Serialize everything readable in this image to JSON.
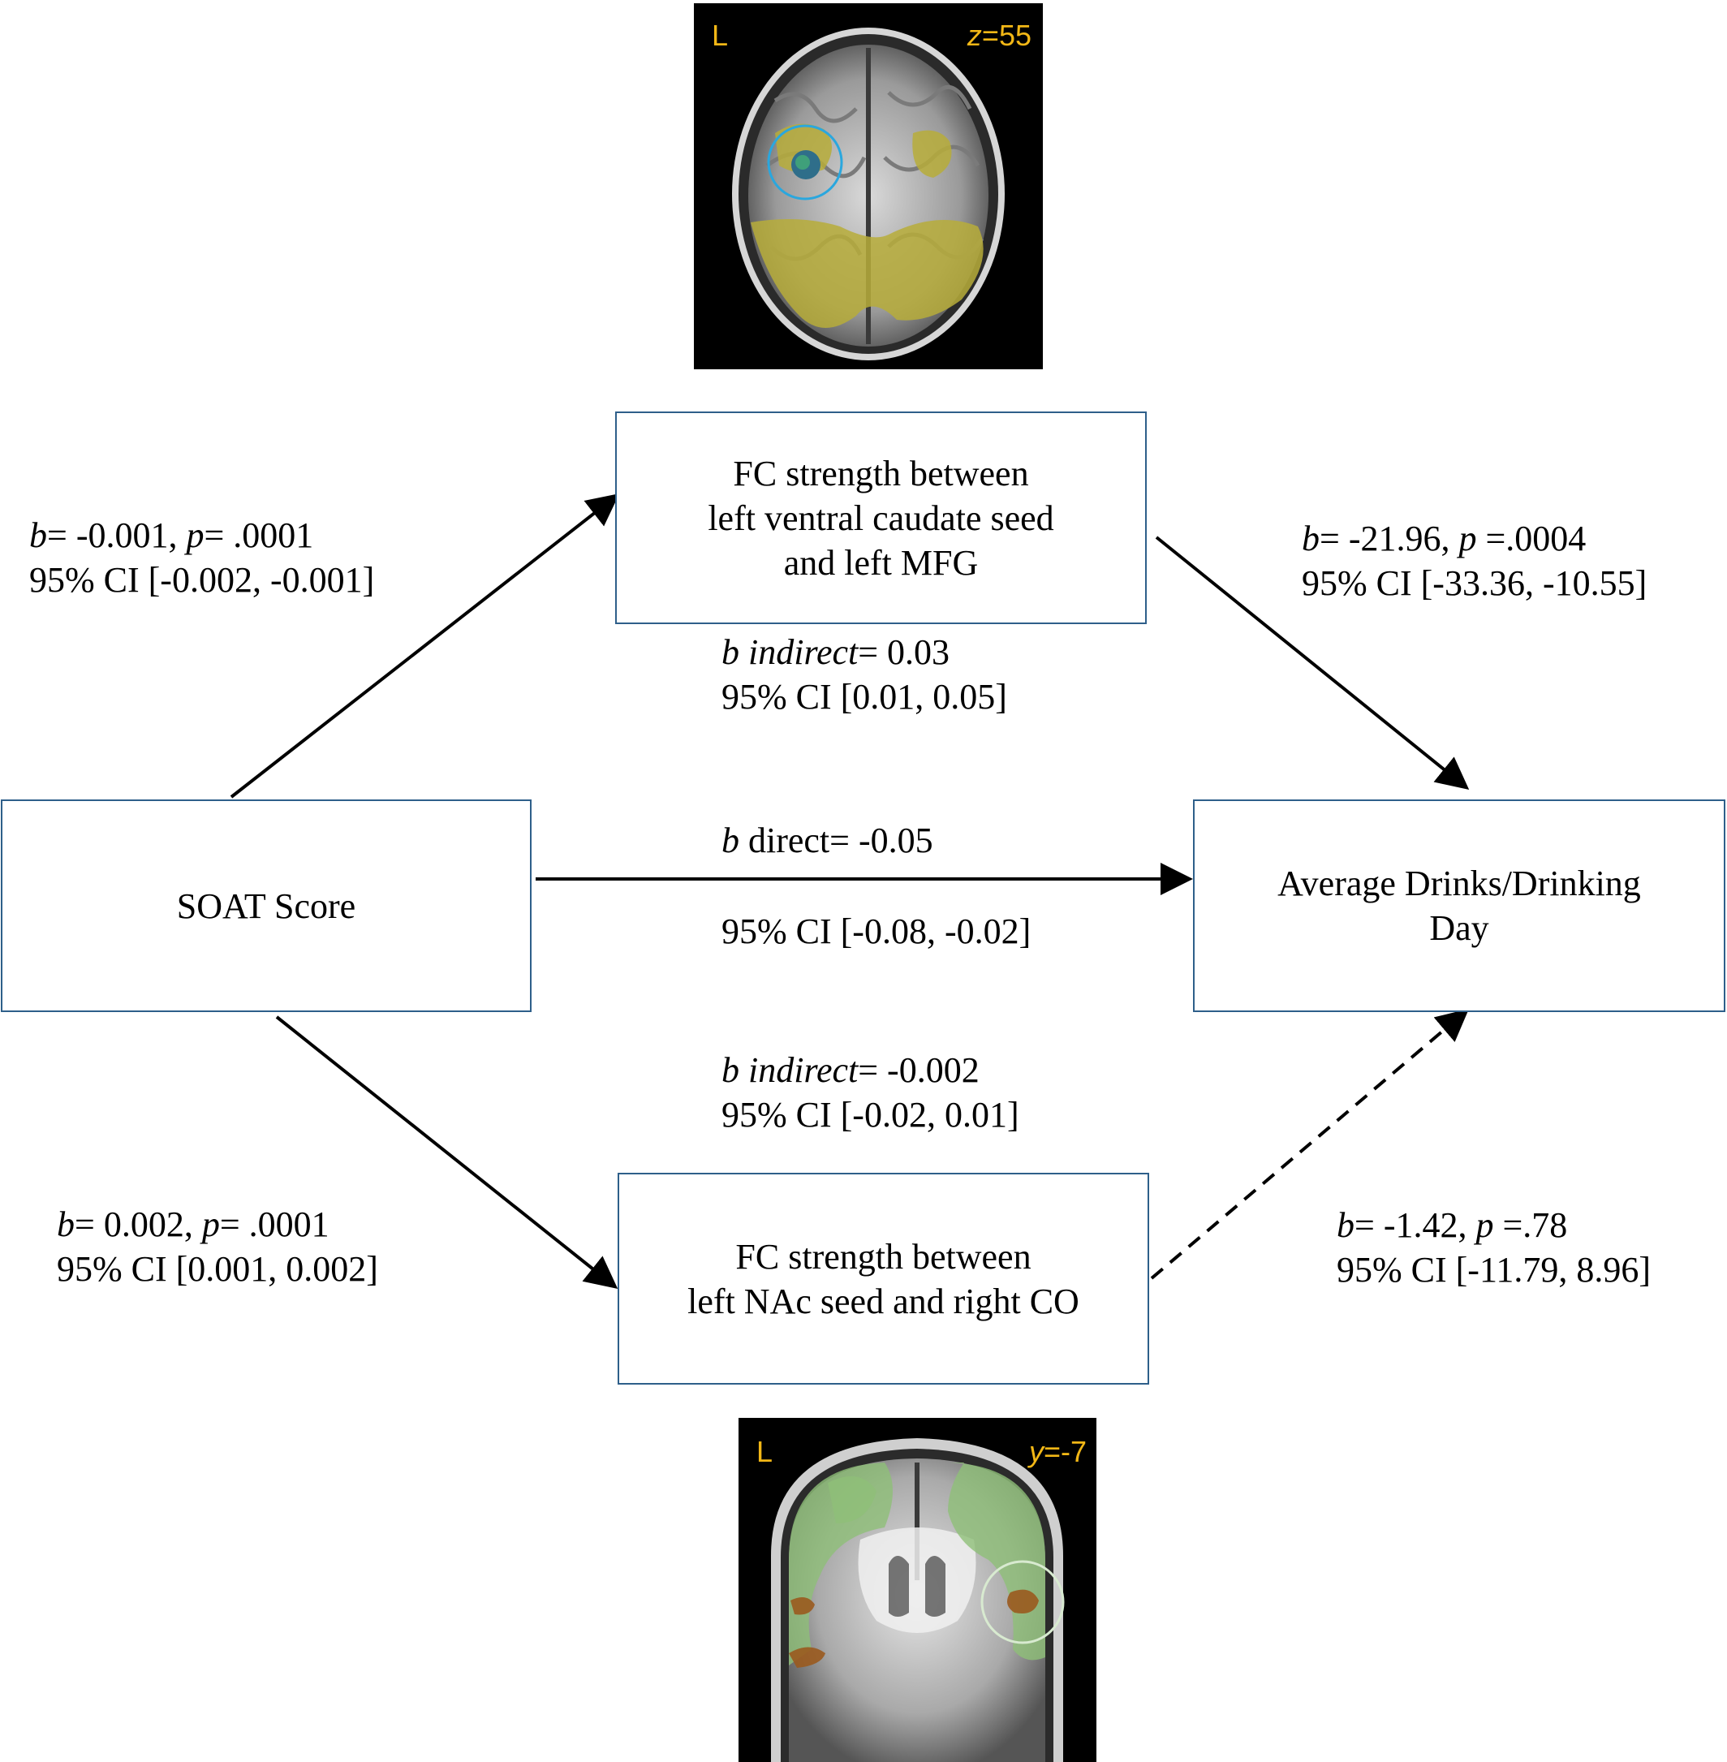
{
  "top_brain": {
    "side_label": "L",
    "coord_axis": "z",
    "coord_value": "=55"
  },
  "bottom_brain": {
    "side_label": "L",
    "coord_axis": "y",
    "coord_value": "=-7"
  },
  "boxes": {
    "mediator_top": {
      "line1": "FC strength between",
      "line2": "left ventral caudate seed",
      "line3": "and left MFG"
    },
    "predictor": {
      "line1": "SOAT Score"
    },
    "outcome": {
      "line1": "Average Drinks/Drinking",
      "line2": "Day"
    },
    "mediator_bottom": {
      "line1": "FC strength between",
      "line2": "left NAc seed and right CO"
    }
  },
  "paths": {
    "a_top": {
      "b_sym": "b",
      "b_val": "= -0.001, ",
      "p_sym": "p",
      "p_val": "= .0001",
      "ci": "95% CI [-0.002, -0.001]"
    },
    "b_top": {
      "b_sym": "b",
      "b_val": "= -21.96, ",
      "p_sym": "p",
      "p_val": " =.0004",
      "ci": "95% CI [-33.36, -10.55]"
    },
    "indirect_top": {
      "sym": "b indirect",
      "val": "= 0.03",
      "ci": "95% CI [0.01, 0.05]"
    },
    "direct": {
      "sym": "b",
      "val": " direct= -0.05",
      "ci": "95% CI [-0.08, -0.02]"
    },
    "indirect_bottom": {
      "sym": "b indirect",
      "val": "= -0.002",
      "ci": "95% CI [-0.02, 0.01]"
    },
    "a_bottom": {
      "b_sym": "b",
      "b_val": "= 0.002, ",
      "p_sym": "p",
      "p_val": "= .0001",
      "ci": "95% CI [0.001, 0.002]"
    },
    "b_bottom": {
      "b_sym": "b",
      "b_val": "= -1.42, ",
      "p_sym": "p",
      "p_val": " =.78",
      "ci": "95% CI [-11.79, 8.96]"
    }
  },
  "colors": {
    "box_border": "#2e5f8a",
    "label_yellow": "#f2b716",
    "top_overlay": "#b7ad3a",
    "seed_blue": "#3a7db0",
    "roi_circle_blue": "#2aa7de",
    "bottom_overlay": "#8fbf78",
    "bottom_roi": "#9a5a1e"
  }
}
